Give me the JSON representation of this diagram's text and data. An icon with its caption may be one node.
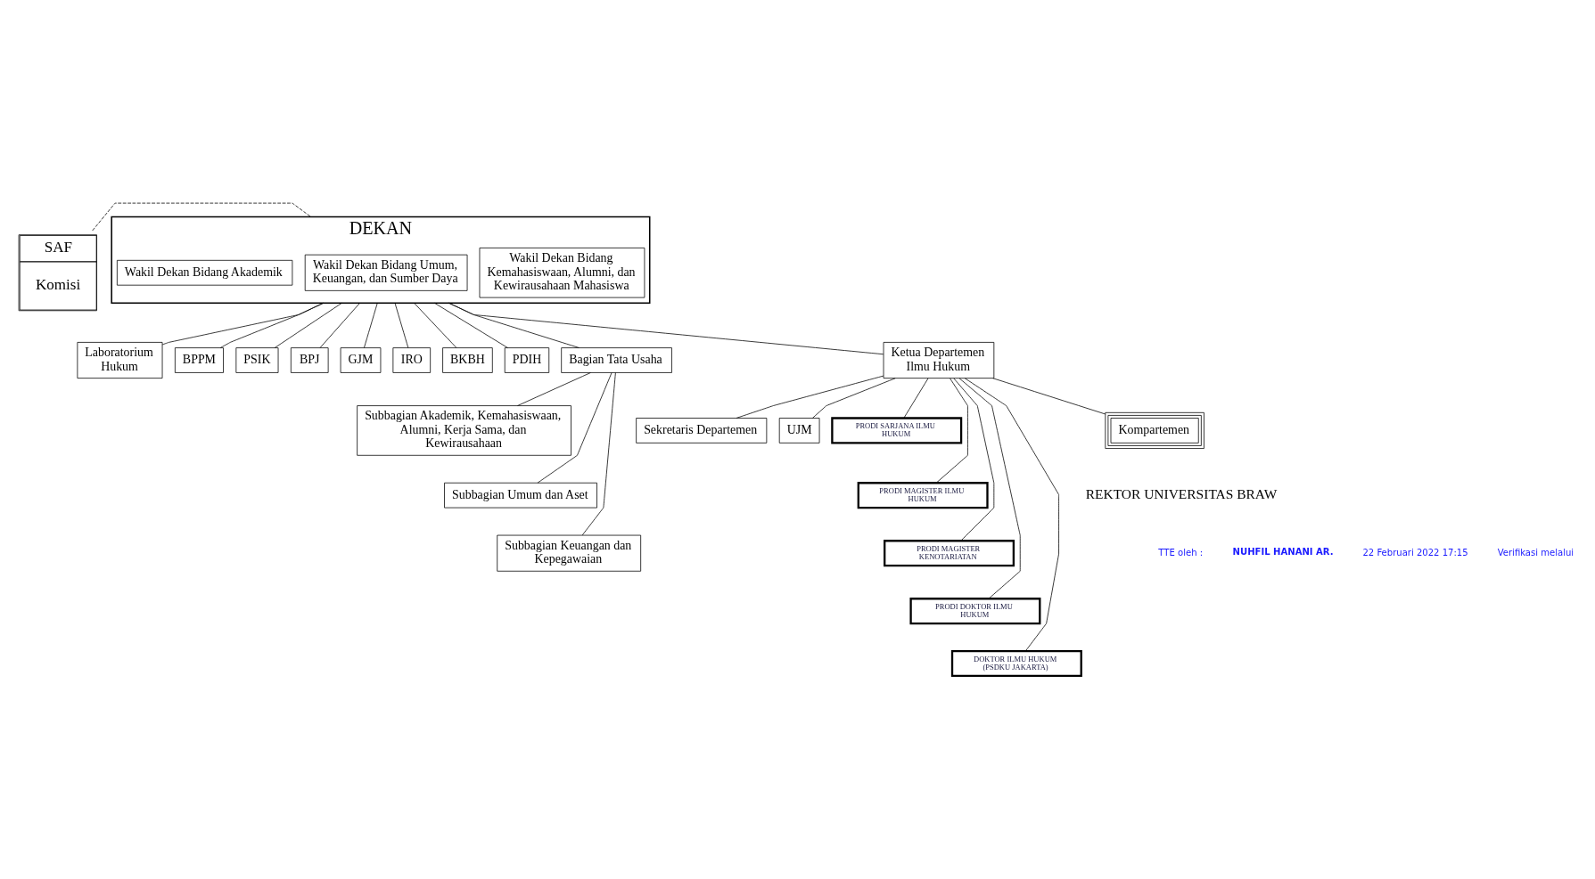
{
  "diagram": {
    "nodes": [
      {
        "text": [
          "SAF",
          "Komisi"
        ]
      },
      {
        "text": [
          "DEKAN"
        ]
      },
      {
        "text": [
          "Wakil Dekan Bidang Akademik"
        ],
        "in": 1
      },
      {
        "text": [
          "Wakil Dekan Bidang Umum, Keuangan, dan Sumber Daya"
        ],
        "in": 1
      },
      {
        "text": [
          "Wakil Dekan Bidang Kemahasiswaan, Alumni, dan Kewirausahaan Mahasiswa"
        ],
        "in": 1
      },
      {
        "text": [
          "Laboratorium Hukum"
        ]
      },
      {
        "text": [
          "BPPM"
        ]
      },
      {
        "text": [
          "PSIK"
        ]
      },
      {
        "text": [
          "BPJ"
        ]
      },
      {
        "text": [
          "GJM"
        ]
      },
      {
        "text": [
          "IRO"
        ]
      },
      {
        "text": [
          "BKBH"
        ]
      },
      {
        "text": [
          "PDIH"
        ]
      },
      {
        "text": [
          "Bagian Tata Usaha"
        ]
      },
      {
        "text": [
          "Ketua Departemen Ilmu Hukum"
        ]
      },
      {
        "text": [
          "Subbagian Akademik, Kemahasiswaan, Alumni, Kerja Sama, dan Kewirausahaan"
        ]
      },
      {
        "text": [
          "Subbagian Umum dan Aset"
        ]
      },
      {
        "text": [
          "Subbagian Keuangan dan Kepegawaian"
        ]
      },
      {
        "text": [
          "Sekretaris Departemen"
        ]
      },
      {
        "text": [
          "UJM"
        ]
      },
      {
        "text": [
          "PRODI SARJANA ILMU HUKUM"
        ]
      },
      {
        "text": [
          "PRODI MAGISTER ILMU HUKUM"
        ]
      },
      {
        "text": [
          "PRODI MAGISTER KENOTARIATAN"
        ]
      },
      {
        "text": [
          "PRODI DOKTOR ILMU HUKUM"
        ]
      },
      {
        "text": [
          "DOKTOR ILMU HUKUM (PSDKU JAKARTA)"
        ]
      },
      {
        "text": [
          "Kompartemen"
        ]
      }
    ],
    "edges": [
      {
        "from": 0,
        "to": 1,
        "arrow": "none",
        "style": "dashed"
      },
      {
        "from": 1,
        "to": 5,
        "arrow": "none"
      },
      {
        "from": 1,
        "to": 6,
        "arrow": "none"
      },
      {
        "from": 1,
        "to": 7,
        "arrow": "none"
      },
      {
        "from": 1,
        "to": 8,
        "arrow": "none"
      },
      {
        "from": 1,
        "to": 9,
        "arrow": "none"
      },
      {
        "from": 1,
        "to": 10,
        "arrow": "none"
      },
      {
        "from": 1,
        "to": 11,
        "arrow": "none"
      },
      {
        "from": 1,
        "to": 12,
        "arrow": "none"
      },
      {
        "from": 1,
        "to": 13,
        "arrow": "none"
      },
      {
        "from": 1,
        "to": 14,
        "arrow": "none"
      },
      {
        "from": 13,
        "to": 15,
        "arrow": "none"
      },
      {
        "from": 13,
        "to": 16,
        "arrow": "none"
      },
      {
        "from": 13,
        "to": 17,
        "arrow": "none"
      },
      {
        "from": 14,
        "to": 18,
        "arrow": "none"
      },
      {
        "from": 14,
        "to": 19,
        "arrow": "none"
      },
      {
        "from": 14,
        "to": 20,
        "arrow": "none"
      },
      {
        "from": 14,
        "to": 21,
        "arrow": "none"
      },
      {
        "from": 14,
        "to": 22,
        "arrow": "none"
      },
      {
        "from": 14,
        "to": 23,
        "arrow": "none"
      },
      {
        "from": 14,
        "to": 24,
        "arrow": "none"
      },
      {
        "from": 14,
        "to": 25,
        "arrow": "none"
      }
    ],
    "labels": [
      "REKTOR UNIVERSITAS BRAW",
      "TTE oleh :",
      "NUHFIL HANANI AR.",
      "22 Februari 2022 17:15",
      "Verifikasi melalui"
    ]
  }
}
